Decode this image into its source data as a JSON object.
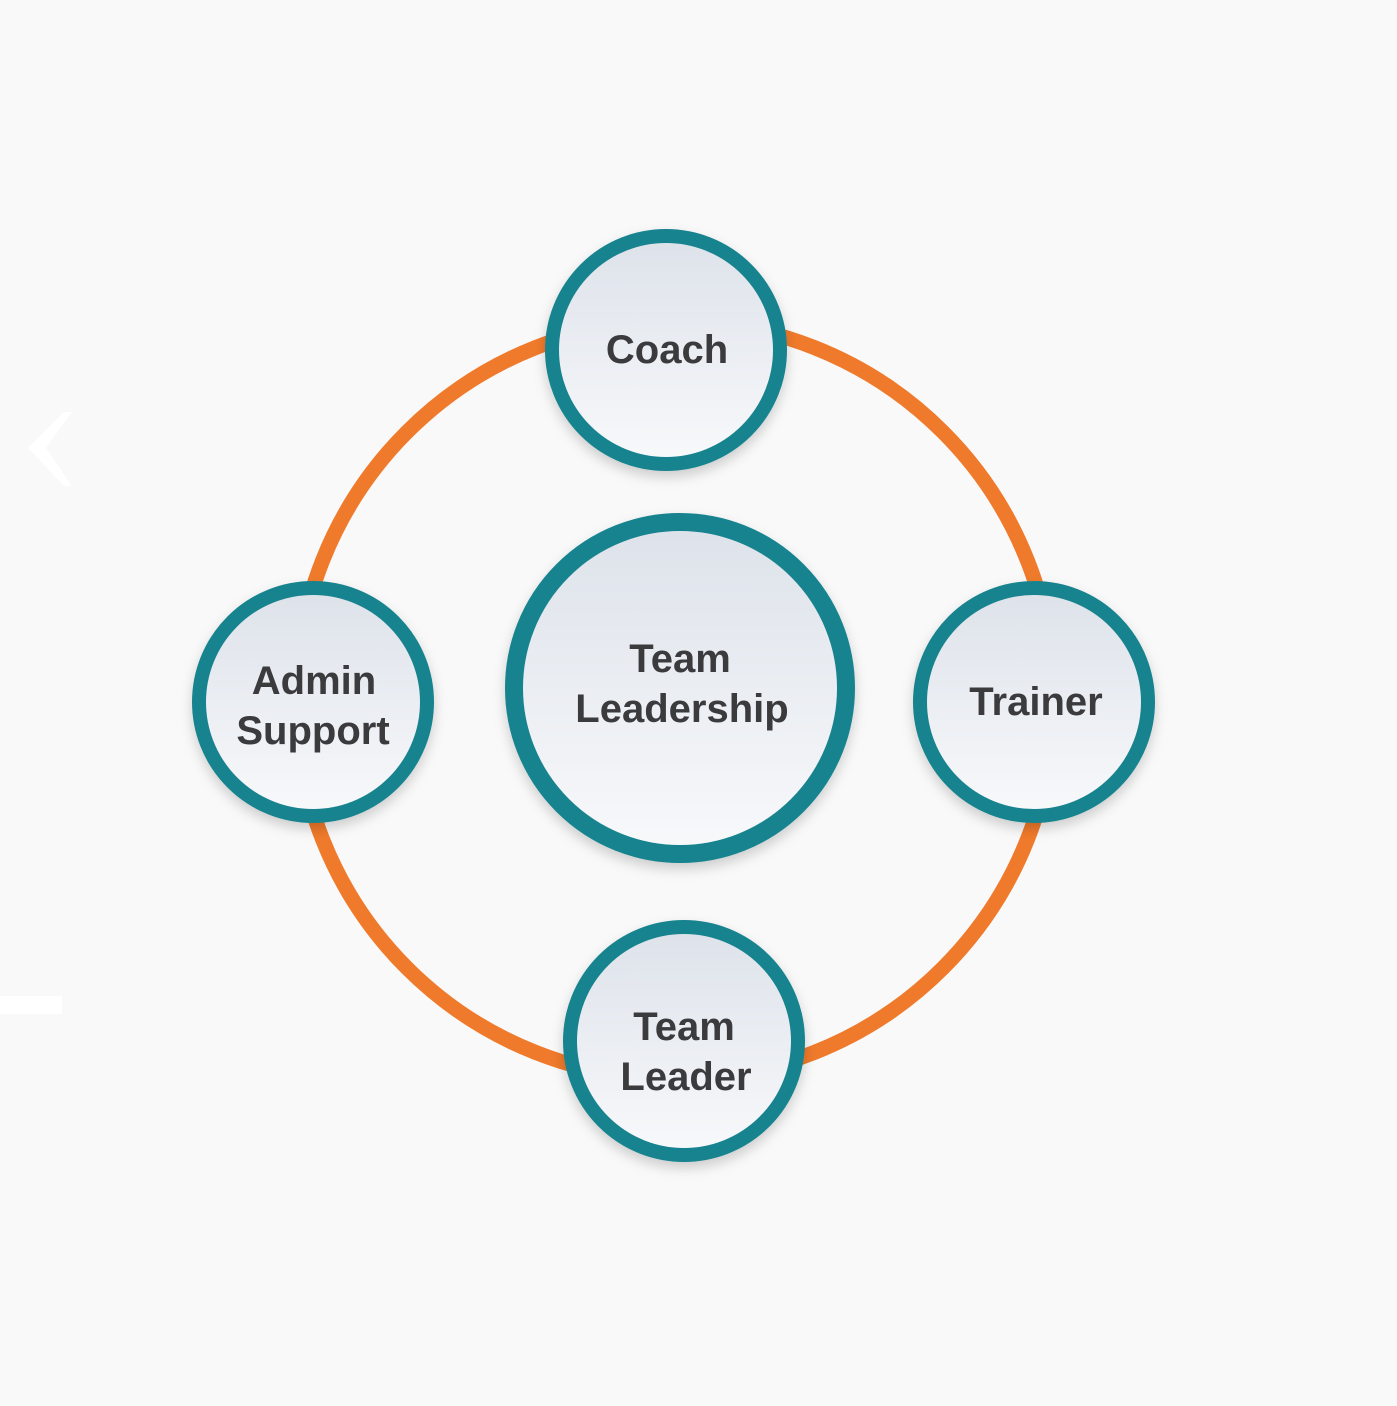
{
  "diagram": {
    "center": {
      "lines": [
        "Team",
        "Leadership"
      ]
    },
    "nodes": [
      {
        "id": "coach",
        "lines": [
          "Coach"
        ]
      },
      {
        "id": "trainer",
        "lines": [
          "Trainer"
        ]
      },
      {
        "id": "team-leader",
        "lines": [
          "Team",
          "Leader"
        ]
      },
      {
        "id": "admin-support",
        "lines": [
          "Admin",
          "Support"
        ]
      }
    ]
  },
  "colors": {
    "background": "#f9f9f9",
    "ring": "#f07a2b",
    "border": "#19838f",
    "fill_top": "#dde2ea",
    "fill_bottom": "#f8f9fb",
    "text": "#3a3a3e"
  },
  "decorations": {
    "left_chevron_icon": "chevron-left-icon",
    "left_dash_icon": "dash-icon"
  }
}
